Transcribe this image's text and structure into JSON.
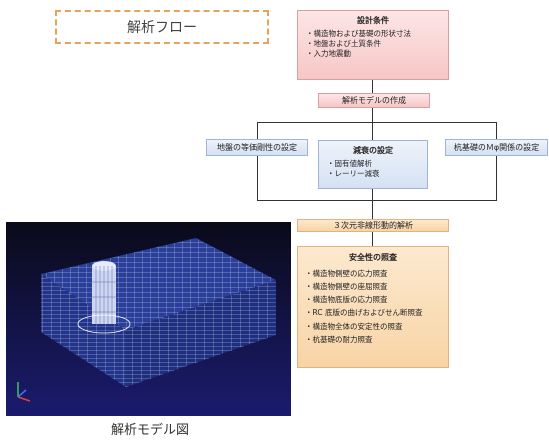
{
  "header": {
    "title": "解析フロー"
  },
  "design_conditions": {
    "title": "設計条件",
    "items": [
      "構造物および基礎の形状寸法",
      "地盤および土質条件",
      "入力地震動"
    ]
  },
  "model_creation": {
    "label": "解析モデルの作成"
  },
  "ground_stiffness": {
    "label": "地盤の等価剛性の設定"
  },
  "damping": {
    "title": "減衰の設定",
    "items": [
      "固有値解析",
      "レーリー減衰"
    ]
  },
  "pile_relation": {
    "label": "杭基礎のＭφ関係の設定"
  },
  "analysis": {
    "label": "３次元非線形動的解析"
  },
  "safety": {
    "title": "安全性の照査",
    "items": [
      "構造物側壁の応力照査",
      "構造物側壁の座屈照査",
      "構造物底版の応力照査",
      "RC 底版の曲げおよびせん断照査",
      "構造物全体の安定性の照査",
      "杭基礎の耐力照査"
    ]
  },
  "model_figure": {
    "caption": "解析モデル図"
  }
}
